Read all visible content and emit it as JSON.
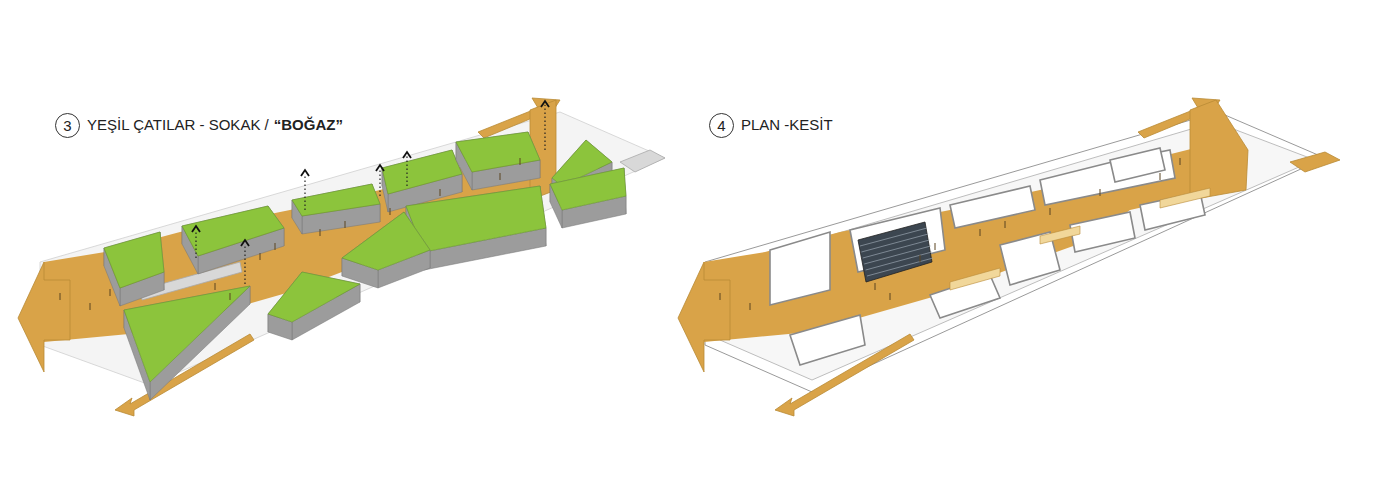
{
  "diagram": {
    "nodes": [
      {
        "text": [
          "3"
        ]
      },
      {
        "text": [
          "4"
        ]
      }
    ],
    "labels": [
      "YEŞİL ÇATILAR - SOKAK /",
      "“BOĞAZ”",
      "PLAN -KESİT"
    ]
  }
}
